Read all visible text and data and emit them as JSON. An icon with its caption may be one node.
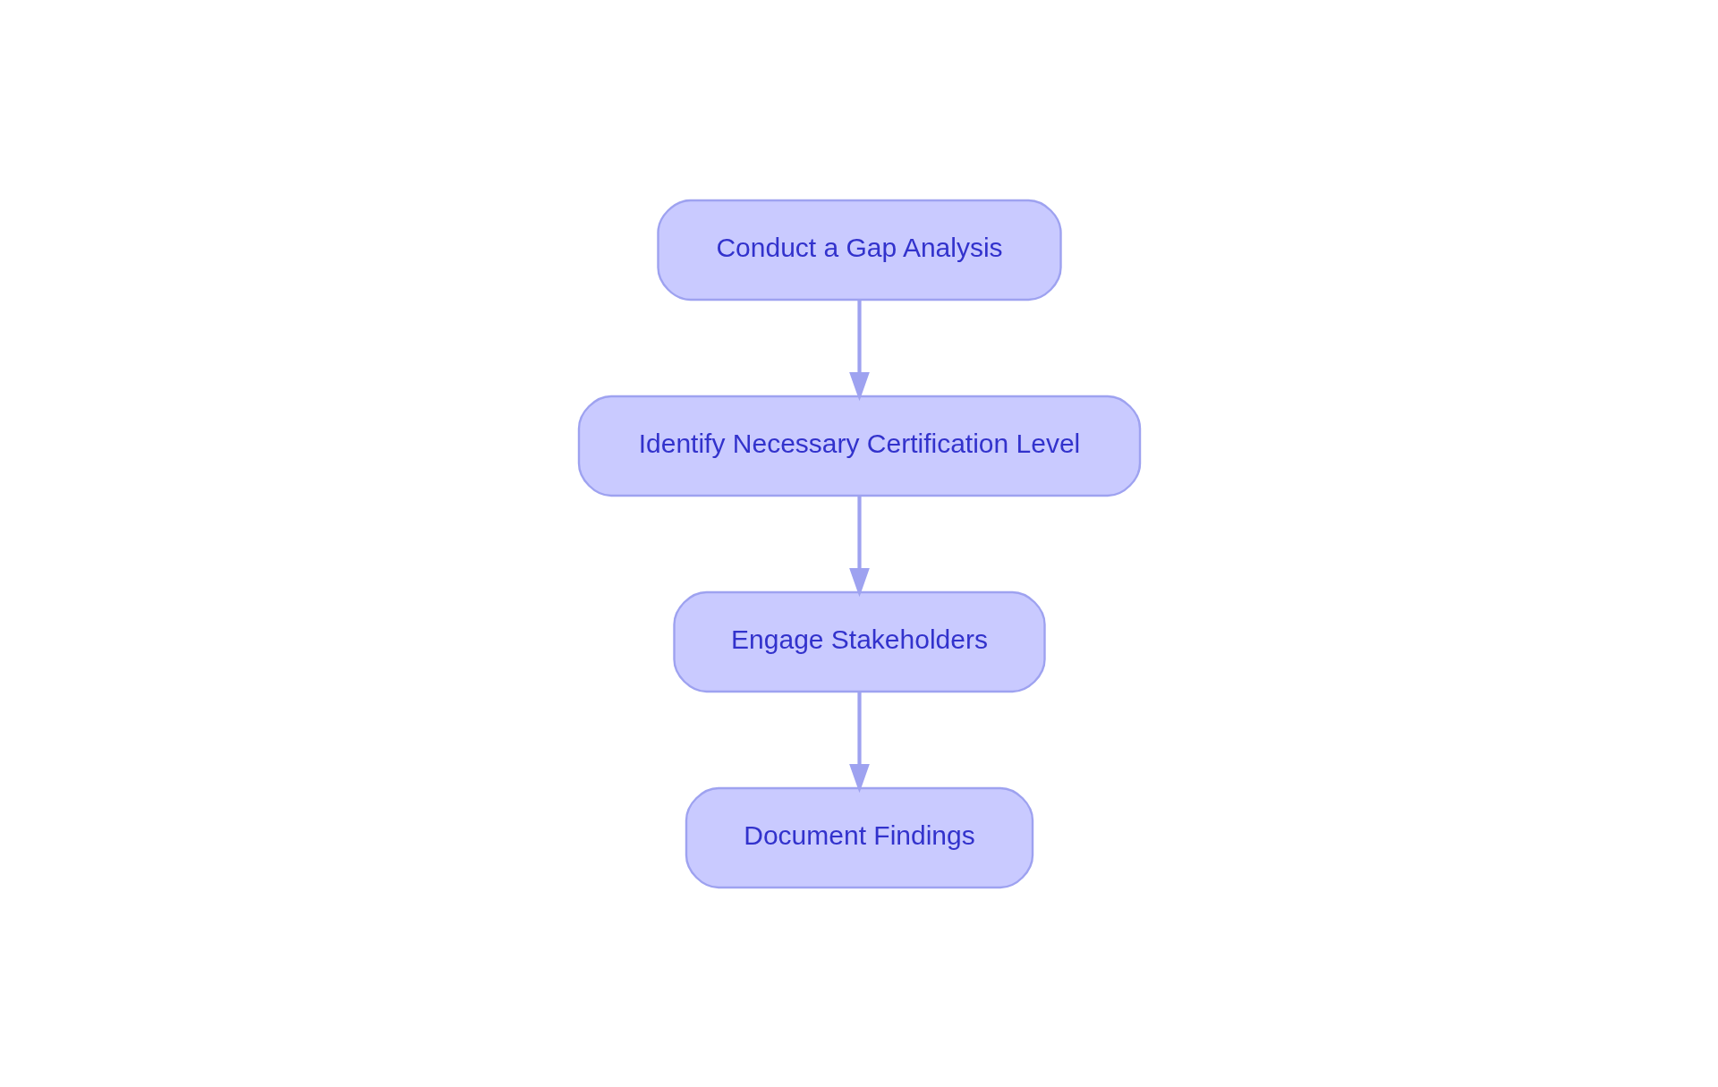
{
  "diagram": {
    "nodes": [
      {
        "text": [
          "Conduct a Gap Analysis"
        ]
      },
      {
        "text": [
          "Identify Necessary Certification Level"
        ]
      },
      {
        "text": [
          "Engage Stakeholders"
        ]
      },
      {
        "text": [
          "Document Findings"
        ]
      }
    ],
    "edges": [
      {
        "from": 0,
        "to": 1,
        "arrow": "to"
      },
      {
        "from": 1,
        "to": 2,
        "arrow": "to"
      },
      {
        "from": 2,
        "to": 3,
        "arrow": "to"
      }
    ]
  }
}
